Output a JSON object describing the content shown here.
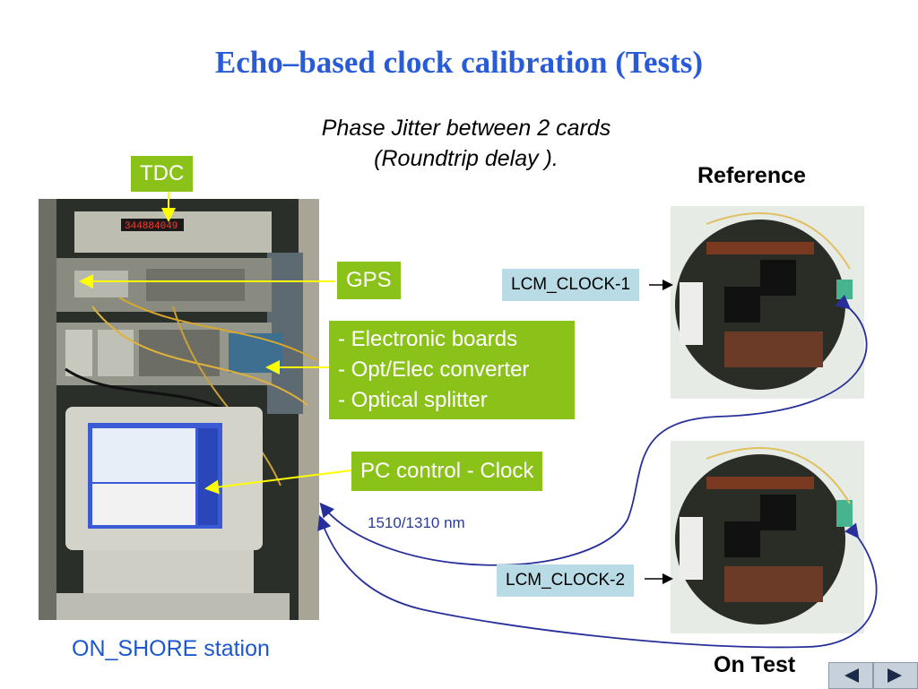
{
  "slide": {
    "title": "Echo–based clock calibration (Tests)",
    "subtitle_line1": "Phase Jitter between 2 cards",
    "subtitle_line2": "(Roundtrip delay ).",
    "labels": {
      "tdc": "TDC",
      "gps": "GPS",
      "equipment_line1": "- Electronic boards",
      "equipment_line2": "- Opt/Elec converter",
      "equipment_line3": "- Optical splitter",
      "pc_control": "PC control - Clock",
      "wavelength": "1510/1310 nm",
      "lcm1": "LCM_CLOCK-1",
      "lcm2": "LCM_CLOCK-2",
      "reference": "Reference",
      "on_test": "On Test",
      "station": "ON_SHORE station",
      "tdc_display": "344884049"
    },
    "colors": {
      "title": "#2a5bd7",
      "label_green": "#8bc21a",
      "lcm_box": "#b8dbe6",
      "fiber": "#27309a",
      "pointer": "#ffff00"
    },
    "nav": {
      "prev_icon": "triangle-left-icon",
      "next_icon": "triangle-right-icon"
    }
  }
}
